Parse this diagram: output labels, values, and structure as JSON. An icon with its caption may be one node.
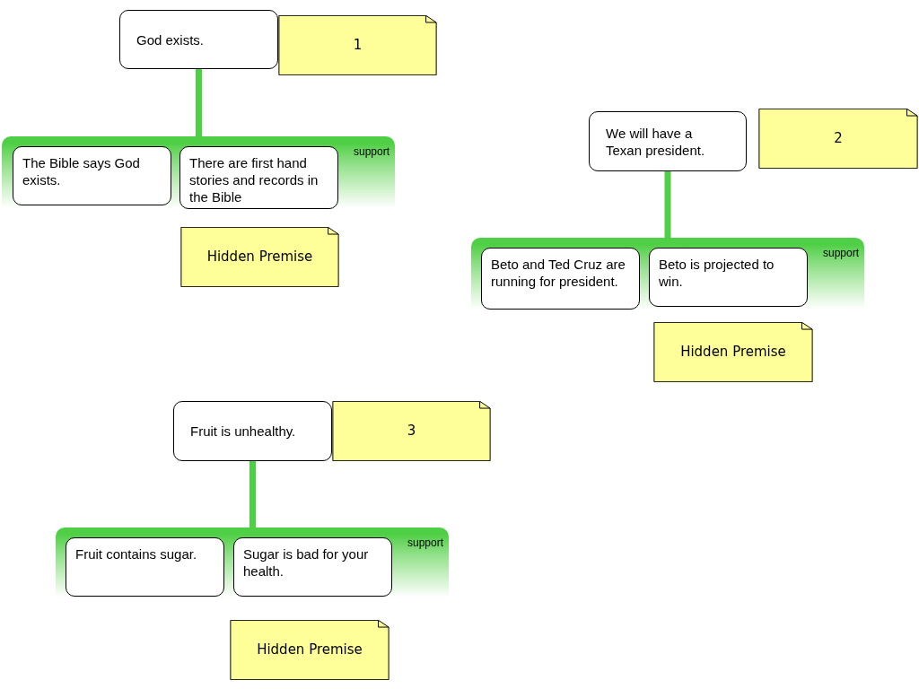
{
  "diagram": {
    "nodes": [
      {
        "text": [
          "God exists."
        ]
      },
      {
        "text": [
          "1"
        ]
      },
      {
        "text": [
          "support"
        ]
      },
      {
        "text": [
          "The Bible says God exists."
        ],
        "in": 2
      },
      {
        "text": [
          "There are first hand stories and records in the Bible"
        ],
        "in": 2
      },
      {
        "text": [
          "Hidden Premise"
        ]
      },
      {
        "text": [
          "We will have a Texan president."
        ]
      },
      {
        "text": [
          "2"
        ]
      },
      {
        "text": [
          "support"
        ]
      },
      {
        "text": [
          "Beto and Ted Cruz are running for president."
        ],
        "in": 8
      },
      {
        "text": [
          "Beto is projected to win."
        ],
        "in": 8
      },
      {
        "text": [
          "Hidden Premise"
        ]
      },
      {
        "text": [
          "Fruit is unhealthy."
        ]
      },
      {
        "text": [
          "3"
        ]
      },
      {
        "text": [
          "support"
        ]
      },
      {
        "text": [
          "Fruit contains sugar."
        ],
        "in": 14
      },
      {
        "text": [
          "Sugar is bad for your health."
        ],
        "in": 14
      },
      {
        "text": [
          "Hidden Premise"
        ]
      }
    ],
    "edges": [
      {
        "from": 0,
        "to": 2,
        "arrow": "none"
      },
      {
        "from": 6,
        "to": 8,
        "arrow": "none"
      },
      {
        "from": 12,
        "to": 14,
        "arrow": "none"
      }
    ]
  }
}
